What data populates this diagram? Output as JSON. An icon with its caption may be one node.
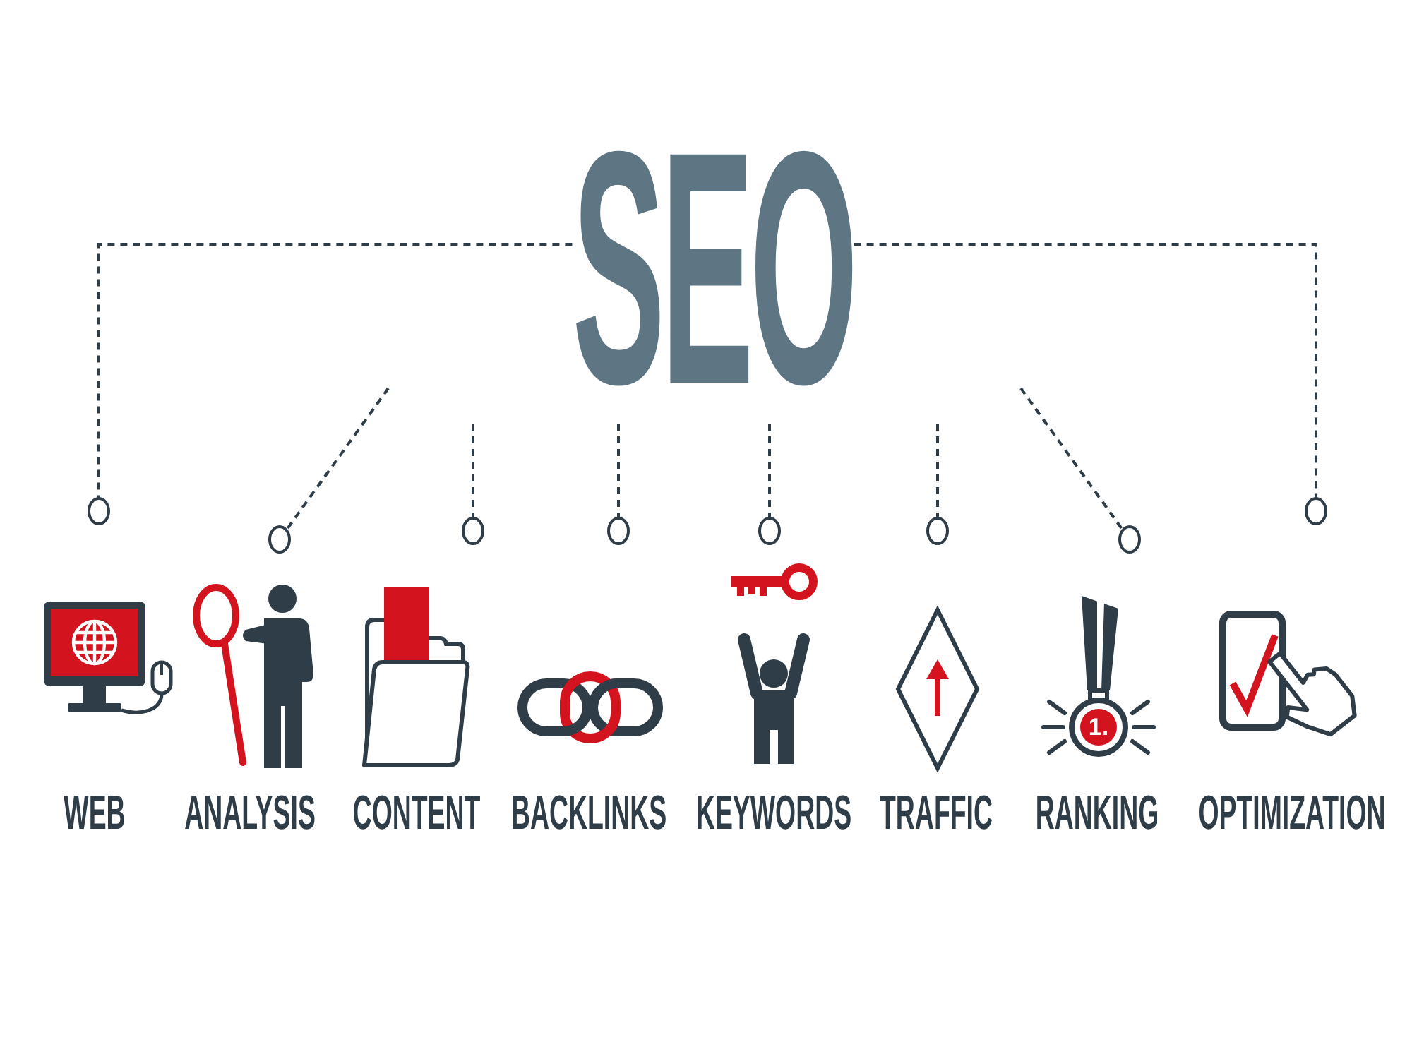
{
  "diagram": {
    "nodes": [
      {
        "text": [
          "SEO"
        ]
      },
      {
        "text": [
          "WEB"
        ]
      },
      {
        "text": [
          "ANALYSIS"
        ]
      },
      {
        "text": [
          "CONTENT"
        ]
      },
      {
        "text": [
          "BACKLINKS"
        ]
      },
      {
        "text": [
          "KEYWORDS"
        ]
      },
      {
        "text": [
          "TRAFFIC"
        ]
      },
      {
        "text": [
          "RANKING"
        ]
      },
      {
        "text": [
          "OPTIMIZATION"
        ]
      }
    ],
    "edges": [
      {
        "from": 0,
        "to": 1,
        "arrow": "none",
        "style": "dashed"
      },
      {
        "from": null,
        "to": 2,
        "arrow": "none",
        "style": "dashed"
      },
      {
        "from": null,
        "to": 3,
        "arrow": "none",
        "style": "dashed"
      },
      {
        "from": null,
        "to": 4,
        "arrow": "none",
        "style": "dashed"
      },
      {
        "from": null,
        "to": 5,
        "arrow": "none",
        "style": "dashed"
      },
      {
        "from": null,
        "to": 6,
        "arrow": "none",
        "style": "dashed"
      },
      {
        "from": null,
        "to": 7,
        "arrow": "none",
        "style": "dashed"
      },
      {
        "from": 0,
        "to": 8,
        "arrow": "none",
        "style": "dashed"
      }
    ],
    "labels": [
      "1."
    ]
  }
}
